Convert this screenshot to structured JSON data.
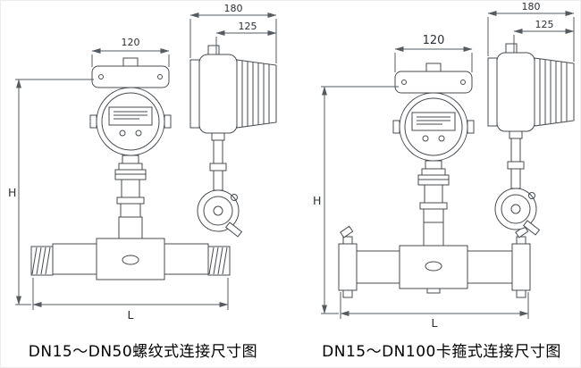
{
  "page": {
    "background": "#ffffff",
    "line_color": "#474b4f",
    "dimension_color": "#565b60",
    "caption_color": "#000000"
  },
  "drawings": {
    "left": {
      "caption": "DN15～DN50螺纹式连接尺寸图",
      "connection_type": "threaded",
      "dims": {
        "head_width": "120",
        "side_overall": "180",
        "side_partial": "125",
        "height": "H",
        "length": "L"
      }
    },
    "right": {
      "caption": "DN15～DN100卡箍式连接尺寸图",
      "connection_type": "clamp",
      "dims": {
        "head_width": "120",
        "side_overall": "180",
        "side_partial": "125",
        "height": "H",
        "length": "L"
      }
    }
  }
}
